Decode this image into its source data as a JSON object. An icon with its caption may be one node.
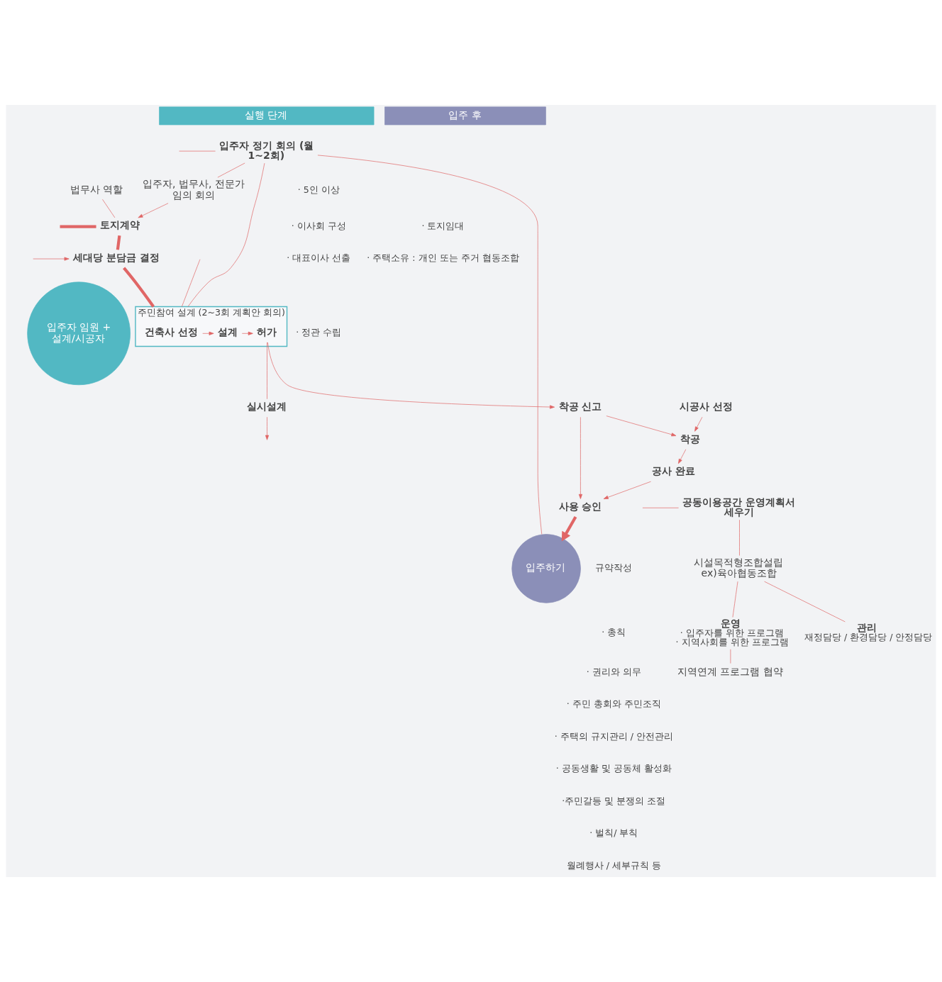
{
  "diagram": {
    "nodes": [
      {
        "text": [
          "실행 단계"
        ]
      },
      {
        "text": [
          "입주 후"
        ]
      },
      {
        "text": [
          "입주자 정기 회의 (월 1~2회)"
        ]
      },
      {
        "text": [
          "입주자, 법무사, 전문가 임의 회의"
        ]
      },
      {
        "text": [
          "법무사 역할"
        ]
      },
      {
        "text": [
          "토지계약"
        ]
      },
      {
        "text": [
          "세대당 분담금 결정"
        ]
      },
      {
        "text": [
          "입주자 임원 + 설계/시공자"
        ]
      },
      {
        "text": [
          "주민참여 설계 (2~3회 계획안 회의)"
        ]
      },
      {
        "text": [
          "건축사 선정"
        ],
        "in": 8
      },
      {
        "text": [
          "설계"
        ],
        "in": 8
      },
      {
        "text": [
          "허가"
        ],
        "in": 8
      },
      {
        "text": [
          "착공 신고"
        ]
      },
      {
        "text": [
          "사용 승인"
        ]
      },
      {
        "text": [
          "입주하기"
        ]
      },
      {
        "text": [
          "실시설계"
        ]
      },
      {
        "text": [
          "시공사 선정"
        ]
      },
      {
        "text": [
          "착공"
        ]
      },
      {
        "text": [
          "공사 완료"
        ]
      },
      {
        "text": [
          "공동이용공간 운영계획서 세우기"
        ]
      },
      {
        "text": [
          "시설목적형조합설립",
          "ex)육아협동조합"
        ]
      },
      {
        "text": [
          "관리"
        ],
        "beside": [
          "재정담당 / 환경담당 / 안정담당"
        ]
      },
      {
        "text": [
          "운영"
        ],
        "beside": [
          "· 입주자를 위한 프로그램",
          "· 지역사회를 위한 프로그램"
        ]
      },
      {
        "text": [
          "지역연계 프로그램 협약"
        ]
      }
    ],
    "edges": [
      {
        "from": null,
        "to": 2,
        "arrow": "none"
      },
      {
        "from": 2,
        "to": 3,
        "arrow": "none"
      },
      {
        "from": 2,
        "to": 14,
        "arrow": "none"
      },
      {
        "from": 2,
        "to": 8,
        "arrow": "none"
      },
      {
        "from": 3,
        "to": 5,
        "arrow": "to"
      },
      {
        "from": null,
        "to": 5,
        "arrow": "none",
        "style": "thick"
      },
      {
        "from": 4,
        "to": 5,
        "arrow": "none"
      },
      {
        "from": 5,
        "to": 6,
        "arrow": "none",
        "style": "thick"
      },
      {
        "from": null,
        "to": 6,
        "arrow": "to"
      },
      {
        "from": 6,
        "to": 8,
        "arrow": "none",
        "style": "thick"
      },
      {
        "from": null,
        "to": 8,
        "arrow": "none"
      },
      {
        "from": 9,
        "to": 10,
        "arrow": "to"
      },
      {
        "from": 10,
        "to": 11,
        "arrow": "to"
      },
      {
        "from": 11,
        "to": 12,
        "arrow": "to"
      },
      {
        "from": 12,
        "to": 13,
        "arrow": "to"
      },
      {
        "from": 13,
        "to": 14,
        "arrow": "to",
        "style": "thick"
      },
      {
        "from": 11,
        "to": 15,
        "arrow": "none"
      },
      {
        "from": 15,
        "to": null,
        "arrow": "to"
      },
      {
        "from": 12,
        "to": 17,
        "arrow": "to"
      },
      {
        "from": 16,
        "to": 17,
        "arrow": "to"
      },
      {
        "from": 17,
        "to": 18,
        "arrow": "to"
      },
      {
        "from": 18,
        "to": 13,
        "arrow": "to"
      },
      {
        "from": null,
        "to": 19,
        "arrow": "none"
      },
      {
        "from": 19,
        "to": 20,
        "arrow": "none"
      },
      {
        "from": 20,
        "to": 21,
        "arrow": "none"
      },
      {
        "from": 20,
        "to": 22,
        "arrow": "none"
      },
      {
        "from": 22,
        "to": 23,
        "arrow": "none"
      }
    ],
    "labels": [
      "· 5인 이상",
      "· 이사회 구성",
      "· 대표이사 선출",
      "· 정관 수립",
      "· 토지임대",
      "· 주택소유 : 개인 또는 주거 협동조합",
      "규약작성",
      "· 총칙",
      "· 권리와 의무",
      "· 주민 총회와 주민조직",
      "· 주택의 규지관리 / 안전관리",
      "· 공동생활 및 공동체 활성화",
      "·주민갈등 및 분쟁의 조절",
      "· 벌칙/ 부칙",
      "월례행사 / 세부규칙 등"
    ]
  }
}
